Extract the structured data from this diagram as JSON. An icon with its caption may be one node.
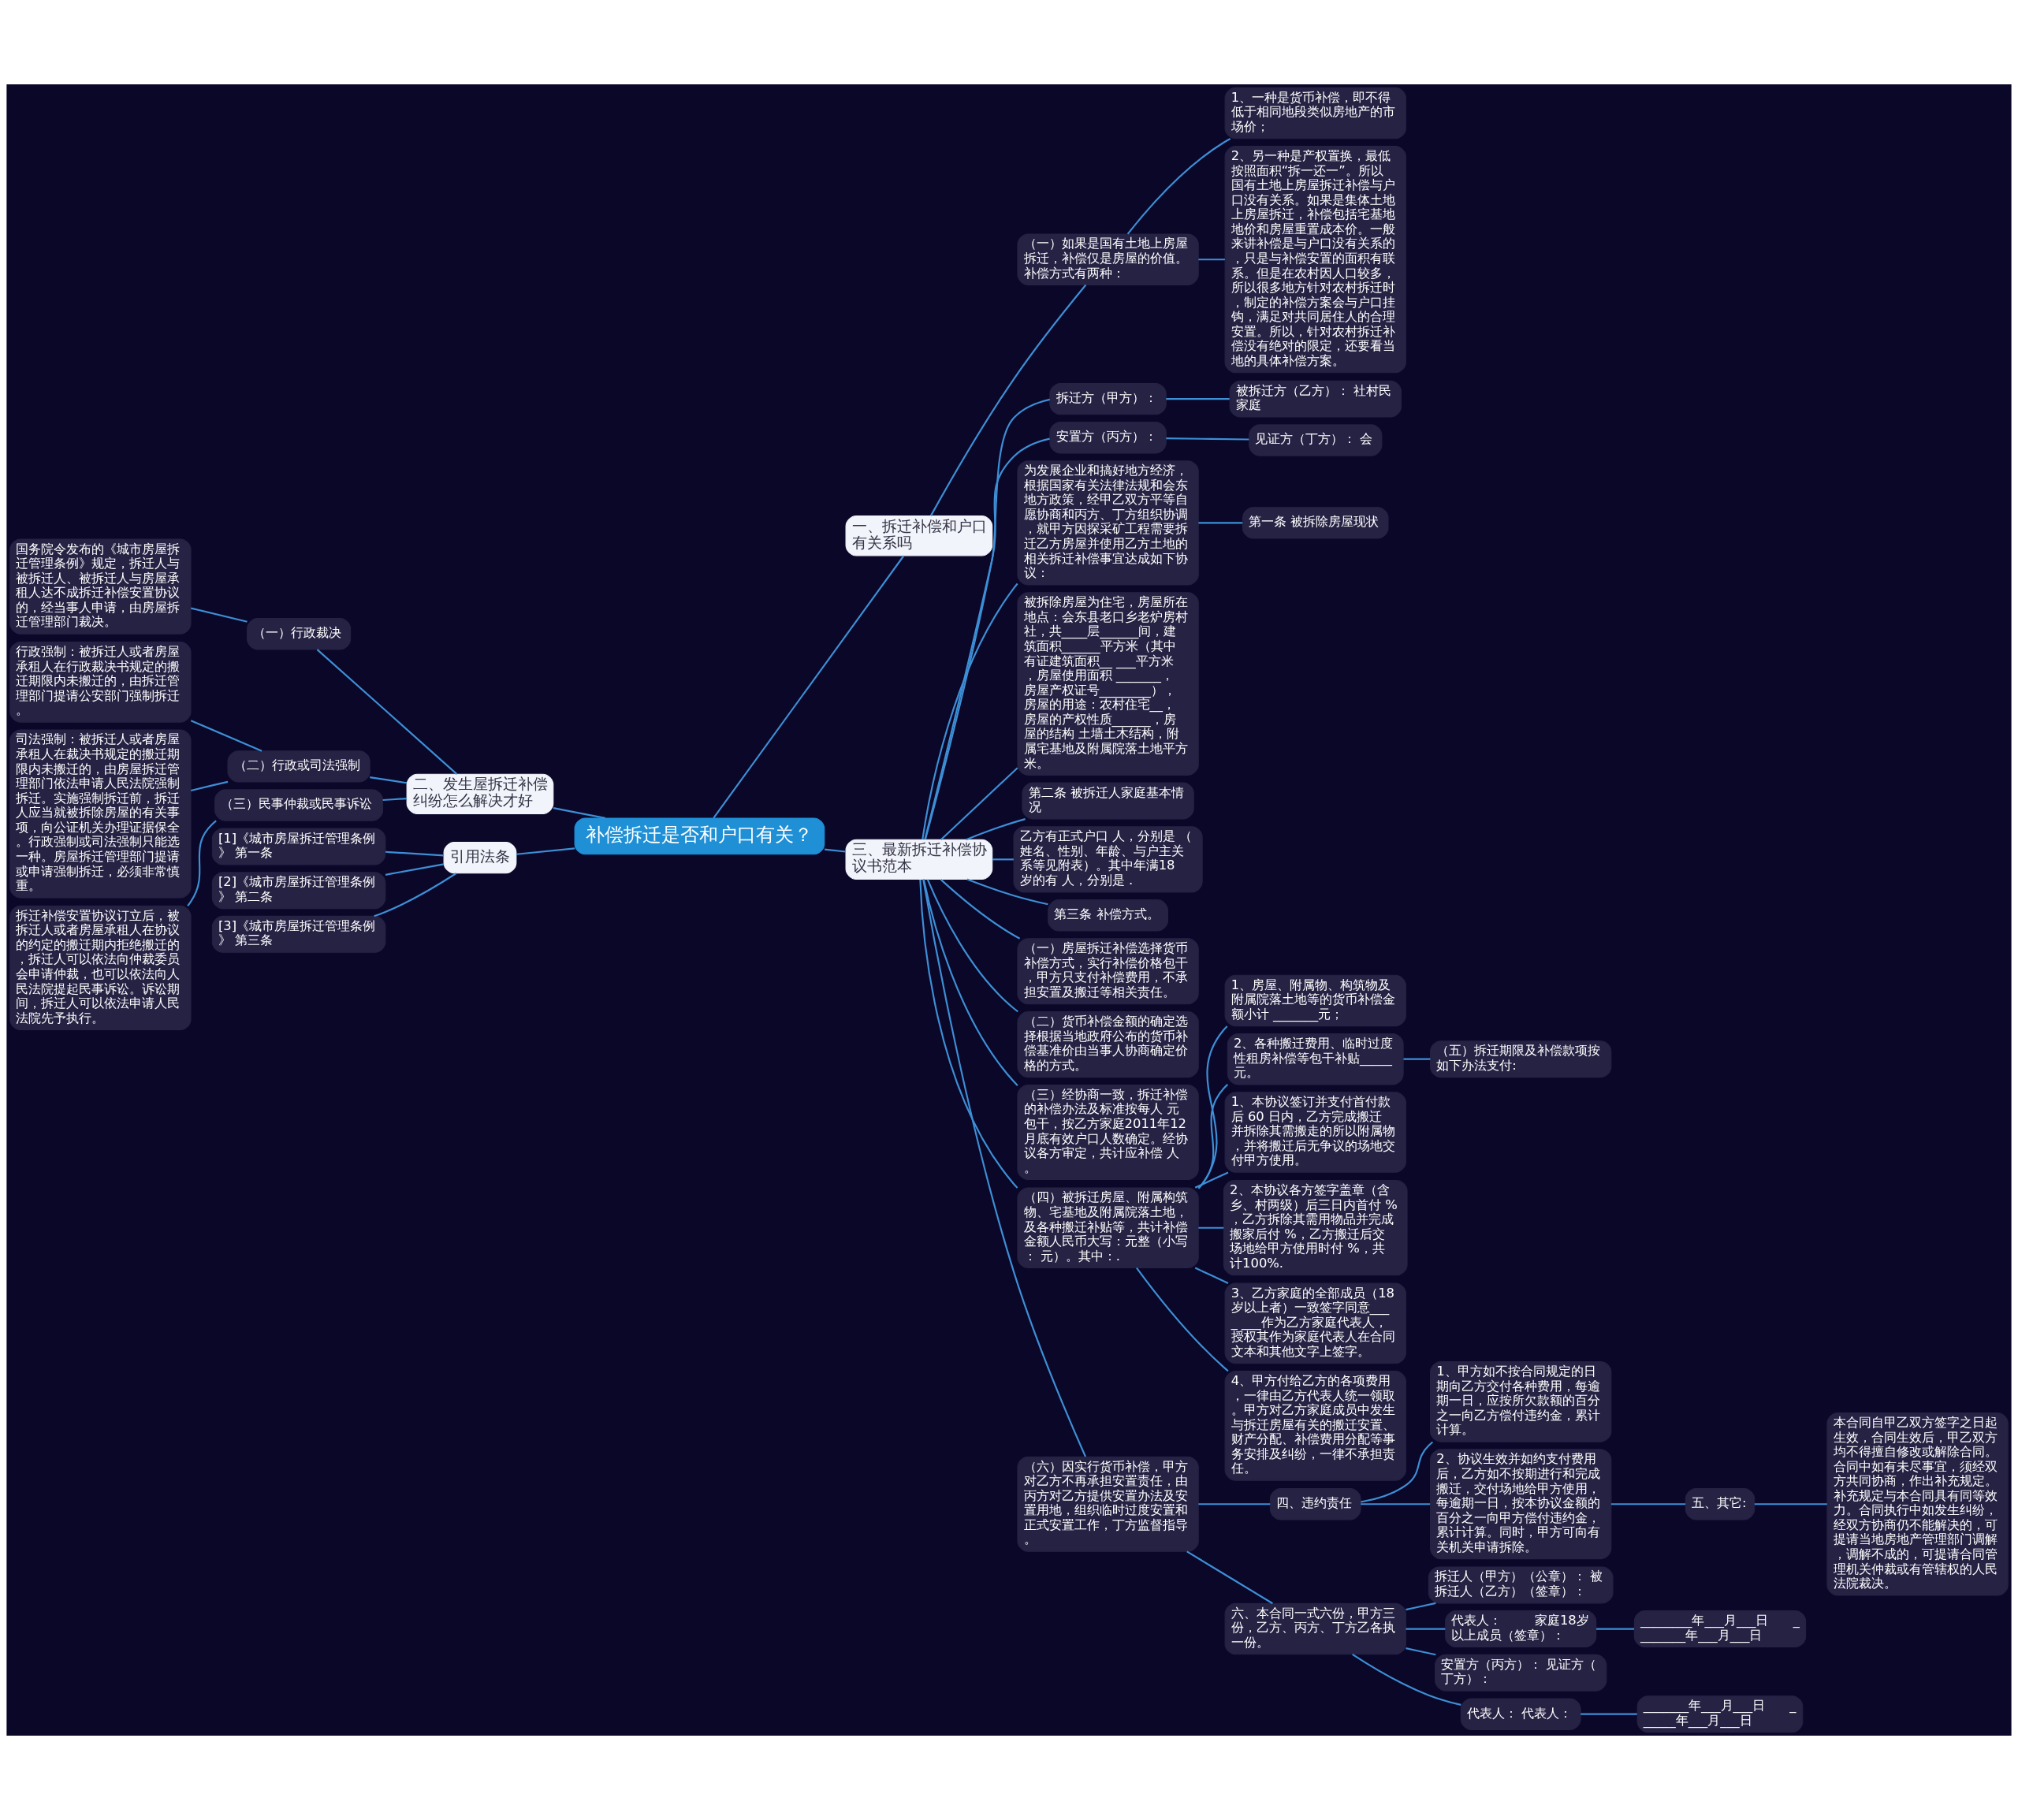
{
  "diagram": {
    "nodes": [
      {
        "text": [
          "补偿拆迁是否和户口有关？"
        ]
      },
      {
        "text": [
          "一、拆迁补偿和户口有关系吗"
        ]
      },
      {
        "text": [
          "（一）如果是国有土地上房屋拆迁，补偿仅是房屋的价值。补偿方式有两种："
        ]
      },
      {
        "text": [
          "1、一种是货币补偿，即不得低于相同地段类似房地产的市场价；"
        ]
      },
      {
        "text": [
          "2、另一种是产权置换，最低按照面积“拆一还一”。所以国有土地上房屋拆迁补偿与户口没有关系。如果是集体土地上房屋拆迁，补偿包括宅基地地价和房屋重置成本价。一般来讲补偿是与户口没有关系的，只是与补偿安置的面积有联系。但是在农村因人口较多，所以很多地方针对农村拆迁时，制定的补偿方案会与户口挂钩，满足对共同居住人的合理安置。所以，针对农村拆迁补偿没有绝对的限定，还要看当地的具体补偿方案。"
        ]
      },
      {
        "text": [
          "二、发生屋拆迁补偿纠纷怎么解决才好"
        ]
      },
      {
        "text": [
          "（一）行政裁决"
        ]
      },
      {
        "text": [
          "国务院令发布的《城市房屋拆迁管理条例》规定，拆迁人与被拆迁人、被拆迁人与房屋承租人达不成拆迁补偿安置协议的，经当事人申请，由房屋拆迁管理部门裁决。"
        ]
      },
      {
        "text": [
          "（二）行政或司法强制"
        ]
      },
      {
        "text": [
          "行政强制：被拆迁人或者房屋承租人在行政裁决书规定的搬迁期限内未搬迁的，由拆迁管理部门提请公安部门强制拆迁。"
        ]
      },
      {
        "text": [
          "司法强制：被拆迁人或者房屋承租人在裁决书规定的搬迁期限内未搬迁的，由房屋拆迁管理部门依法申请人民法院强制拆迁。实施强制拆迁前，拆迁人应当就被拆除房屋的有关事项，向公证机关办理证据保全。行政强制或司法强制只能选一种。房屋拆迁管理部门提请或申请强制拆迁，必须非常慎重。"
        ]
      },
      {
        "text": [
          "（三）民事仲裁或民事诉讼"
        ]
      },
      {
        "text": [
          "拆迁补偿安置协议订立后，被拆迁人或者房屋承租人在协议的约定的搬迁期内拒绝搬迁的，拆迁人可以依法向仲裁委员会申请仲裁，也可以依法向人民法院提起民事诉讼。诉讼期间，拆迁人可以依法申请人民法院先予执行。"
        ]
      },
      {
        "text": [
          "引用法条"
        ]
      },
      {
        "text": [
          "[1]《城市房屋拆迁管理条例》 第一条"
        ]
      },
      {
        "text": [
          "[2]《城市房屋拆迁管理条例》 第二条"
        ]
      },
      {
        "text": [
          "[3]《城市房屋拆迁管理条例》 第三条"
        ]
      },
      {
        "text": [
          "三、最新拆迁补偿协议书范本"
        ]
      },
      {
        "text": [
          "拆迁方（甲方）："
        ]
      },
      {
        "text": [
          "被拆迁方（乙方）： 社村民家庭"
        ]
      },
      {
        "text": [
          "安置方（丙方）："
        ]
      },
      {
        "text": [
          "见证方（丁方）： 会"
        ]
      },
      {
        "text": [
          "为发展企业和搞好地方经济，根据国家有关法律法规和会东地方政策，经甲乙双方平等自愿协商和丙方、丁方组织协调，就甲方因探采矿工程需要拆迁乙方房屋并使用乙方土地的相关拆迁补偿事宜达成如下协议："
        ]
      },
      {
        "text": [
          "第一条 被拆除房屋现状"
        ]
      },
      {
        "text": [
          "被拆除房屋为住宅，房屋所在地点：会东县老口乡老炉房村社，共____层______间，建筑面积______平方米（其中有证建筑面积__ ___平方米，房屋使用面积 _______，房屋产权证号________），房屋的用途：农村住宅__，房屋的产权性质______，房屋的结构 土墙土木结构，附属宅基地及附属院落土地平方米。"
        ]
      },
      {
        "text": [
          "第二条 被拆迁人家庭基本情况"
        ]
      },
      {
        "text": [
          "乙方有正式户口 人，分别是 （姓名、性别、年龄、与户主关系等见附表）。其中年满18岁的有 人，分别是 ."
        ]
      },
      {
        "text": [
          "第三条 补偿方式。"
        ]
      },
      {
        "text": [
          "（一）房屋拆迁补偿选择货币补偿方式，实行补偿价格包干，甲方只支付补偿费用，不承担安置及搬迁等相关责任。"
        ]
      },
      {
        "text": [
          "（二）货币补偿金额的确定选择根据当地政府公布的货币补偿基准价由当事人协商确定价格的方式。"
        ]
      },
      {
        "text": [
          "（三）经协商一致，拆迁补偿的补偿办法及标准按每人 元包干，按乙方家庭2011年12月底有效户口人数确定。经协议各方审定，共计应补偿 人。"
        ]
      },
      {
        "text": [
          "（四）被拆迁房屋、附属构筑物、宅基地及附属院落土地，及各种搬迁补贴等，共计补偿金额人民币大写：元整（小写： 元）。其中：."
        ]
      },
      {
        "text": [
          "1、房屋、附属物、构筑物及附属院落土地等的货币补偿金额小计 _______元；"
        ]
      },
      {
        "text": [
          "2、各种搬迁费用、临时过度性租房补偿等包干补贴_____元。"
        ]
      },
      {
        "text": [
          "（五）拆迁期限及补偿款项按如下办法支付:"
        ]
      },
      {
        "text": [
          "1、本协议签订并支付首付款后 60 日内，乙方完成搬迁并拆除其需搬走的所以附属物，并将搬迁后无争议的场地交付甲方使用。"
        ]
      },
      {
        "text": [
          "2、本协议各方签字盖章（含乡、村两级）后三日内首付 %，乙方拆除其需用物品并完成搬家后付 %，乙方搬迁后交场地给甲方使用时付 %，共计100%."
        ]
      },
      {
        "text": [
          "3、乙方家庭的全部成员（18岁以上者）一致签字同意____ ___作为乙方家庭代表人，授权其作为家庭代表人在合同文本和其他文字上签字。"
        ]
      },
      {
        "text": [
          "4、甲方付给乙方的各项费用，一律由乙方代表人统一领取。甲方对乙方家庭成员中发生与拆迁房屋有关的搬迁安置、财产分配、补偿费用分配等事务安排及纠纷，一律不承担责任。"
        ]
      },
      {
        "text": [
          "（六）因实行货币补偿，甲方对乙方不再承担安置责任，由丙方对乙方提供安置办法及安置用地，组织临时过度安置和正式安置工作，丁方监督指导。"
        ]
      },
      {
        "text": [
          "四、违约责任"
        ]
      },
      {
        "text": [
          "1、甲方如不按合同规定的日期向乙方交付各种费用，每逾期一日，应按所欠款额的百分之一向乙方偿付违约金，累计计算。"
        ]
      },
      {
        "text": [
          "2、协议生效并如约支付费用后，乙方如不按期进行和完成搬迁，交付场地给甲方使用，每逾期一日，按本协议金额的百分之一向甲方偿付违约金，累计计算。同时，甲方可向有关机关申请拆除。"
        ]
      },
      {
        "text": [
          "五、其它:"
        ]
      },
      {
        "text": [
          "本合同自甲乙双方签字之日起生效，合同生效后，甲乙双方均不得擅自修改或解除合同。合同中如有未尽事宜，须经双方共同协商，作出补充规定。补充规定与本合同具有同等效力。合同执行中如发生纠纷，经双方协商仍不能解决的，可提请当地房地产管理部门调解，调解不成的，可提请合同管理机关仲裁或有管辖权的人民法院裁决。"
        ]
      },
      {
        "text": [
          "六、本合同一式六份，甲方三份，乙方、丙方、丁方乙各执一份。"
        ]
      },
      {
        "text": [
          "拆迁人（甲方）（公章）： 被拆迁人（乙方）（签章）："
        ]
      },
      {
        "text": [
          "代表人：        家庭18岁以上成员（签章）："
        ]
      },
      {
        "text": [
          "________年___月___日      ________年___月___日"
        ]
      },
      {
        "text": [
          "安置方（丙方）： 见证方（丁方）："
        ]
      },
      {
        "text": [
          "代表人： 代表人："
        ]
      },
      {
        "text": [
          "_______年___月___日      ______年___月___日"
        ]
      }
    ],
    "edges": [
      {
        "from": 0,
        "to": 1,
        "arrow": "none"
      },
      {
        "from": 1,
        "to": 2,
        "arrow": "none"
      },
      {
        "from": 2,
        "to": 3,
        "arrow": "none"
      },
      {
        "from": 2,
        "to": 4,
        "arrow": "none"
      },
      {
        "from": 5,
        "to": 0,
        "arrow": "none"
      },
      {
        "from": 6,
        "to": 5,
        "arrow": "none"
      },
      {
        "from": 7,
        "to": 6,
        "arrow": "none"
      },
      {
        "from": 8,
        "to": 5,
        "arrow": "none"
      },
      {
        "from": 9,
        "to": 8,
        "arrow": "none"
      },
      {
        "from": 10,
        "to": 8,
        "arrow": "none"
      },
      {
        "from": 11,
        "to": 5,
        "arrow": "none"
      },
      {
        "from": 12,
        "to": 11,
        "arrow": "none"
      },
      {
        "from": 13,
        "to": 0,
        "arrow": "none"
      },
      {
        "from": 14,
        "to": 13,
        "arrow": "none"
      },
      {
        "from": 15,
        "to": 13,
        "arrow": "none"
      },
      {
        "from": 16,
        "to": 13,
        "arrow": "none"
      },
      {
        "from": 0,
        "to": 17,
        "arrow": "none"
      },
      {
        "from": 17,
        "to": 18,
        "arrow": "none"
      },
      {
        "from": 18,
        "to": 19,
        "arrow": "none"
      },
      {
        "from": 17,
        "to": 20,
        "arrow": "none"
      },
      {
        "from": 20,
        "to": 21,
        "arrow": "none"
      },
      {
        "from": 17,
        "to": 22,
        "arrow": "none"
      },
      {
        "from": 22,
        "to": 23,
        "arrow": "none"
      },
      {
        "from": 17,
        "to": 24,
        "arrow": "none"
      },
      {
        "from": 17,
        "to": 25,
        "arrow": "none"
      },
      {
        "from": 17,
        "to": 26,
        "arrow": "none"
      },
      {
        "from": 17,
        "to": 27,
        "arrow": "none"
      },
      {
        "from": 17,
        "to": 28,
        "arrow": "none"
      },
      {
        "from": 17,
        "to": 29,
        "arrow": "none"
      },
      {
        "from": 17,
        "to": 30,
        "arrow": "none"
      },
      {
        "from": 17,
        "to": 31,
        "arrow": "none"
      },
      {
        "from": 31,
        "to": 32,
        "arrow": "none"
      },
      {
        "from": 31,
        "to": 33,
        "arrow": "none"
      },
      {
        "from": 33,
        "to": 34,
        "arrow": "none"
      },
      {
        "from": 31,
        "to": 35,
        "arrow": "none"
      },
      {
        "from": 31,
        "to": 36,
        "arrow": "none"
      },
      {
        "from": 31,
        "to": 37,
        "arrow": "none"
      },
      {
        "from": 31,
        "to": 38,
        "arrow": "none"
      },
      {
        "from": 17,
        "to": 39,
        "arrow": "none"
      },
      {
        "from": 39,
        "to": 40,
        "arrow": "none"
      },
      {
        "from": 40,
        "to": 41,
        "arrow": "none"
      },
      {
        "from": 40,
        "to": 42,
        "arrow": "none"
      },
      {
        "from": 42,
        "to": 43,
        "arrow": "none"
      },
      {
        "from": 43,
        "to": 44,
        "arrow": "none"
      },
      {
        "from": 39,
        "to": 45,
        "arrow": "none"
      },
      {
        "from": 45,
        "to": 46,
        "arrow": "none"
      },
      {
        "from": 45,
        "to": 47,
        "arrow": "none"
      },
      {
        "from": 47,
        "to": 48,
        "arrow": "none"
      },
      {
        "from": 45,
        "to": 49,
        "arrow": "none"
      },
      {
        "from": 45,
        "to": 50,
        "arrow": "none"
      },
      {
        "from": 50,
        "to": 51,
        "arrow": "none"
      }
    ]
  }
}
